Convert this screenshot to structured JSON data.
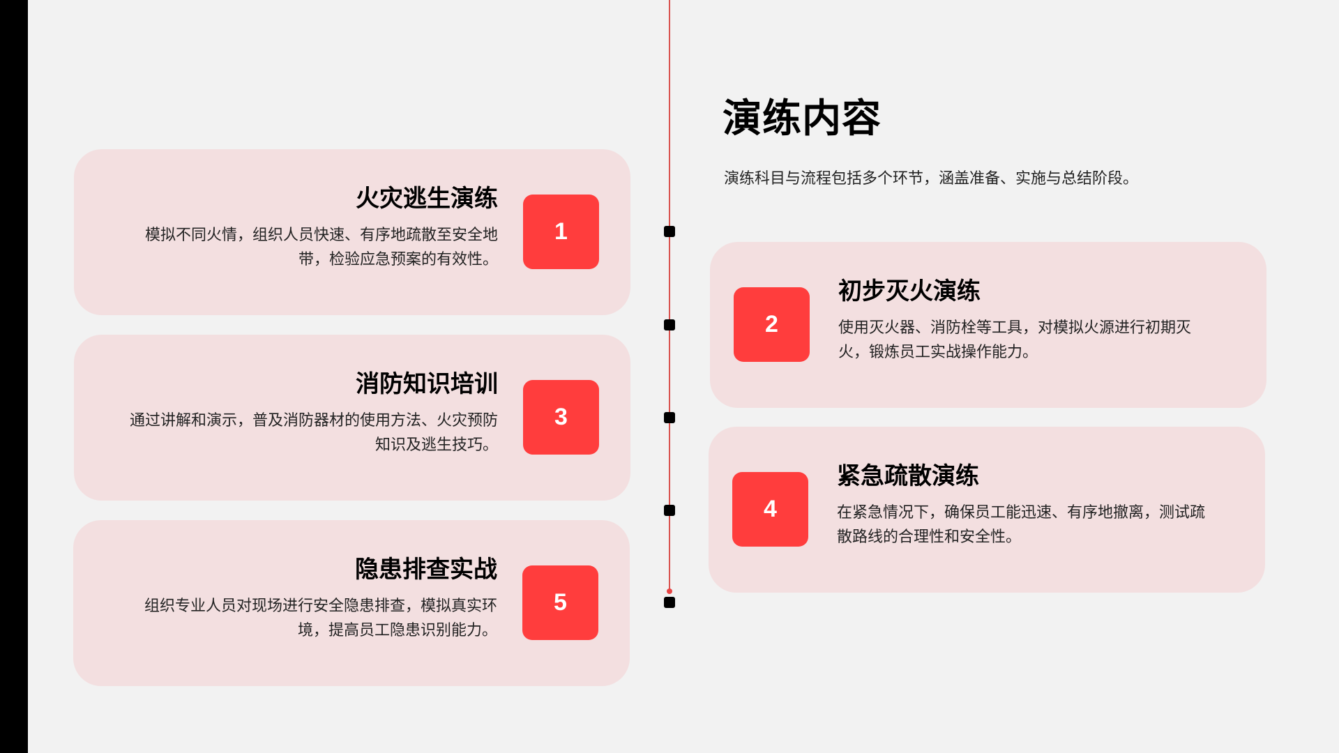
{
  "header": {
    "title": "演练内容",
    "subtitle": "演练科目与流程包括多个环节，涵盖准备、实施与总结阶段。"
  },
  "colors": {
    "background": "#f2f2f2",
    "card": "#f3dfe0",
    "badge": "#ff3d3d",
    "timeline": "#d9534f",
    "marker": "#000000"
  },
  "timeline": {
    "markers": 5
  },
  "items": [
    {
      "number": "1",
      "title": "火灾逃生演练",
      "description": "模拟不同火情，组织人员快速、有序地疏散至安全地带，检验应急预案的有效性。"
    },
    {
      "number": "2",
      "title": "初步灭火演练",
      "description": "使用灭火器、消防栓等工具，对模拟火源进行初期灭火，锻炼员工实战操作能力。"
    },
    {
      "number": "3",
      "title": "消防知识培训",
      "description": "通过讲解和演示，普及消防器材的使用方法、火灾预防知识及逃生技巧。"
    },
    {
      "number": "4",
      "title": "紧急疏散演练",
      "description": "在紧急情况下，确保员工能迅速、有序地撤离，测试疏散路线的合理性和安全性。"
    },
    {
      "number": "5",
      "title": "隐患排查实战",
      "description": "组织专业人员对现场进行安全隐患排查，模拟真实环境，提高员工隐患识别能力。"
    }
  ]
}
